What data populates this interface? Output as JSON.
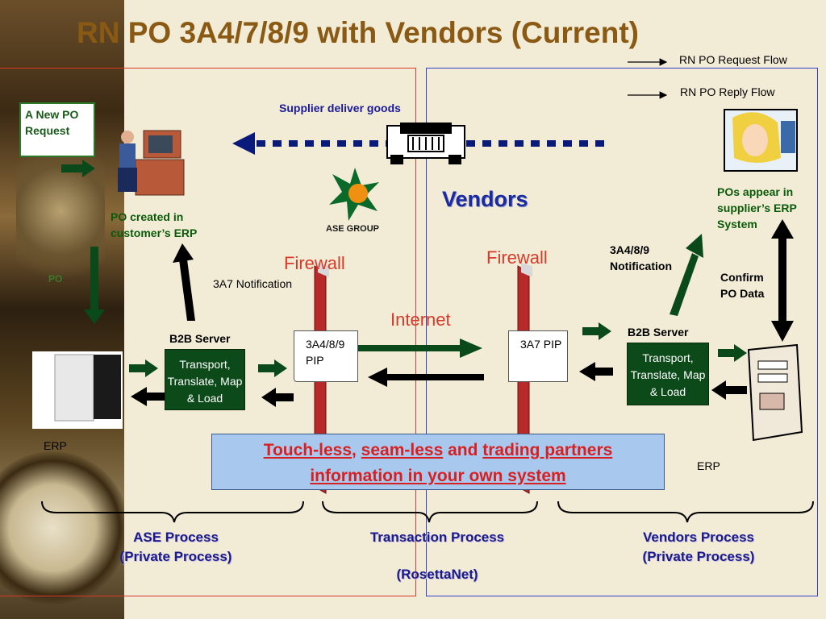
{
  "slide": {
    "title": "RN PO 3A4/7/8/9 with Vendors (Current)",
    "legend": {
      "request_flow": "RN PO Request Flow",
      "reply_flow": "RN PO Reply Flow"
    },
    "ase": {
      "new_po_request": "A New PO Request",
      "po_created": "PO created in customer’s  ERP",
      "notification_3a7": "3A7 Notification",
      "b2b_server": "B2B Server",
      "transport_box": "Transport, Translate, Map & Load",
      "erp": "ERP",
      "logo_text": "ASE GROUP",
      "small_label": "PO"
    },
    "transaction": {
      "supplier_deliver": "Supplier deliver goods",
      "firewall_left": "Firewall",
      "firewall_right": "Firewall",
      "internet": "Internet",
      "pip_left": "3A4/8/9 PIP",
      "pip_right": "3A7 PIP"
    },
    "vendors": {
      "title": "Vendors",
      "notification_3a489": "3A4/8/9 Notification",
      "pos_appear": "POs appear in supplier’s ERP System",
      "confirm_po": "Confirm PO Data",
      "b2b_server": "B2B Server",
      "transport_box": "Transport, Translate, Map & Load",
      "erp": "ERP"
    },
    "callout": {
      "part1": "Touch-less",
      "sep1": ", ",
      "part2": "seam-less",
      "sep2": " and ",
      "part3": "trading partners",
      "part4": "information in your own system"
    },
    "processes": {
      "ase_line1": "ASE Process",
      "ase_line2": "(Private Process)",
      "transaction_line1": "Transaction Process",
      "transaction_line2": "(RosettaNet)",
      "vendors_line1": "Vendors Process",
      "vendors_line2": "(Private Process)"
    },
    "colors": {
      "title": "#8a5a14",
      "arrow_green": "#0a5a1a",
      "arrow_black": "#000000",
      "firewall_red": "#d83a2a",
      "vendors_blue": "#1a2aa0",
      "callout_bg": "#a8c8ee"
    }
  }
}
